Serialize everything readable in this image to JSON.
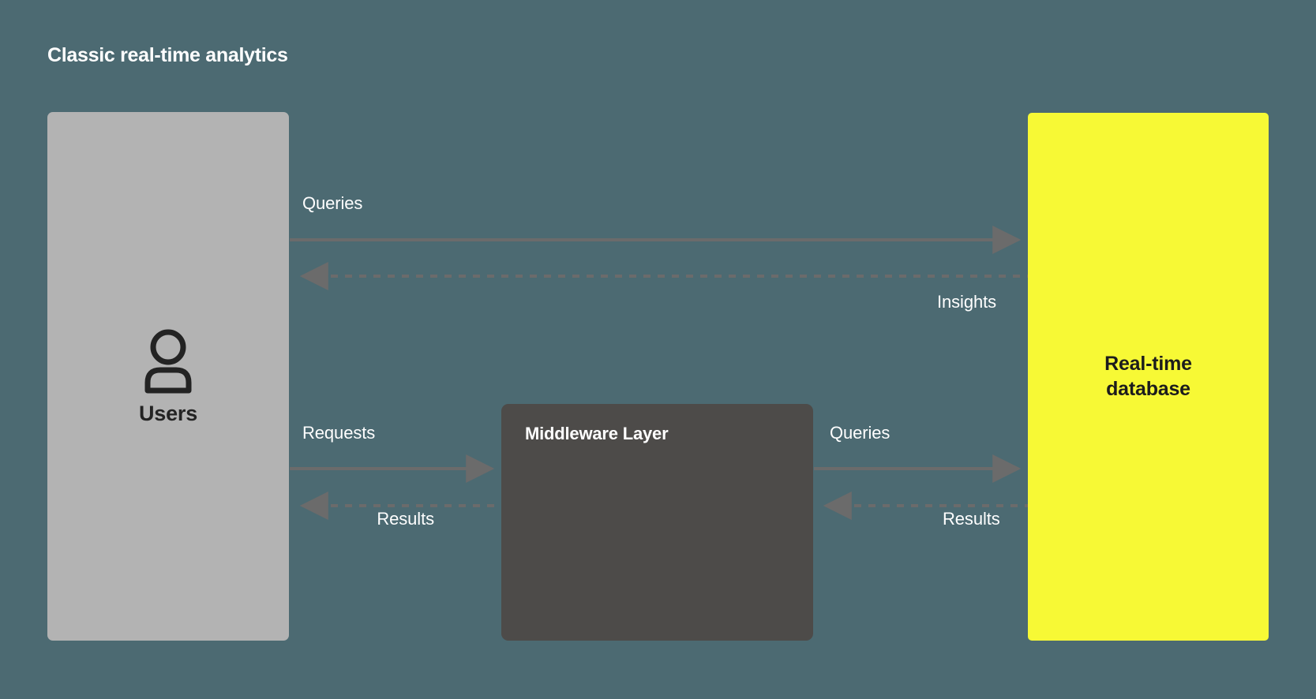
{
  "diagram": {
    "title": "Classic real-time analytics",
    "type": "flow-diagram",
    "background_color": "#4c6a72",
    "nodes": [
      {
        "id": "users",
        "label": "Users",
        "icon": "person-icon",
        "color": "#b3b3b3",
        "text_color": "#232323"
      },
      {
        "id": "middleware",
        "label": "Middleware Layer",
        "color": "#4d4b49",
        "text_color": "#ffffff"
      },
      {
        "id": "database",
        "label_line1": "Real-time",
        "label_line2": "database",
        "color": "#f7f935",
        "text_color": "#1c1c1c"
      }
    ],
    "edges": [
      {
        "id": "queries-top",
        "label": "Queries",
        "from": "users",
        "to": "database",
        "style": "solid",
        "direction": "right"
      },
      {
        "id": "insights",
        "label": "Insights",
        "from": "database",
        "to": "users",
        "style": "dashed",
        "direction": "left"
      },
      {
        "id": "requests",
        "label": "Requests",
        "from": "users",
        "to": "middleware",
        "style": "solid",
        "direction": "right"
      },
      {
        "id": "results-left",
        "label": "Results",
        "from": "middleware",
        "to": "users",
        "style": "dashed",
        "direction": "left"
      },
      {
        "id": "queries-mid",
        "label": "Queries",
        "from": "middleware",
        "to": "database",
        "style": "solid",
        "direction": "right"
      },
      {
        "id": "results-right",
        "label": "Results",
        "from": "database",
        "to": "middleware",
        "style": "dashed",
        "direction": "left"
      }
    ],
    "edge_color": "#6b6b6b"
  }
}
